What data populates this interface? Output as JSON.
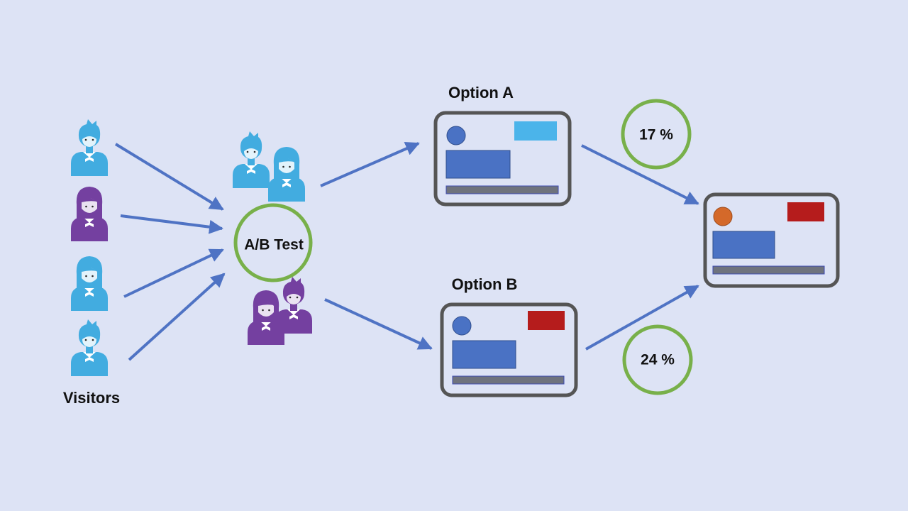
{
  "diagram": {
    "labels": {
      "visitors": "Visitors",
      "ab_test": "A/B Test",
      "option_a": "Option A",
      "option_b": "Option B"
    },
    "results": {
      "option_a_rate": "17 %",
      "option_b_rate": "24 %"
    },
    "colors": {
      "background": "#dde3f5",
      "arrow": "#4f73c4",
      "circle_outline": "#78b04a",
      "frame": "#555555",
      "person_blue": "#42ace0",
      "person_purple": "#7440a0",
      "block_blue": "#4a72c4",
      "block_light_blue": "#4bb4ea",
      "block_red": "#b51c1c",
      "dot_orange": "#d4692a",
      "bar_gray": "#6f737d"
    },
    "icons": {
      "male_visitor": "person-male-icon",
      "female_visitor": "person-female-icon",
      "page_mockup": "web-page-mockup-icon"
    }
  }
}
